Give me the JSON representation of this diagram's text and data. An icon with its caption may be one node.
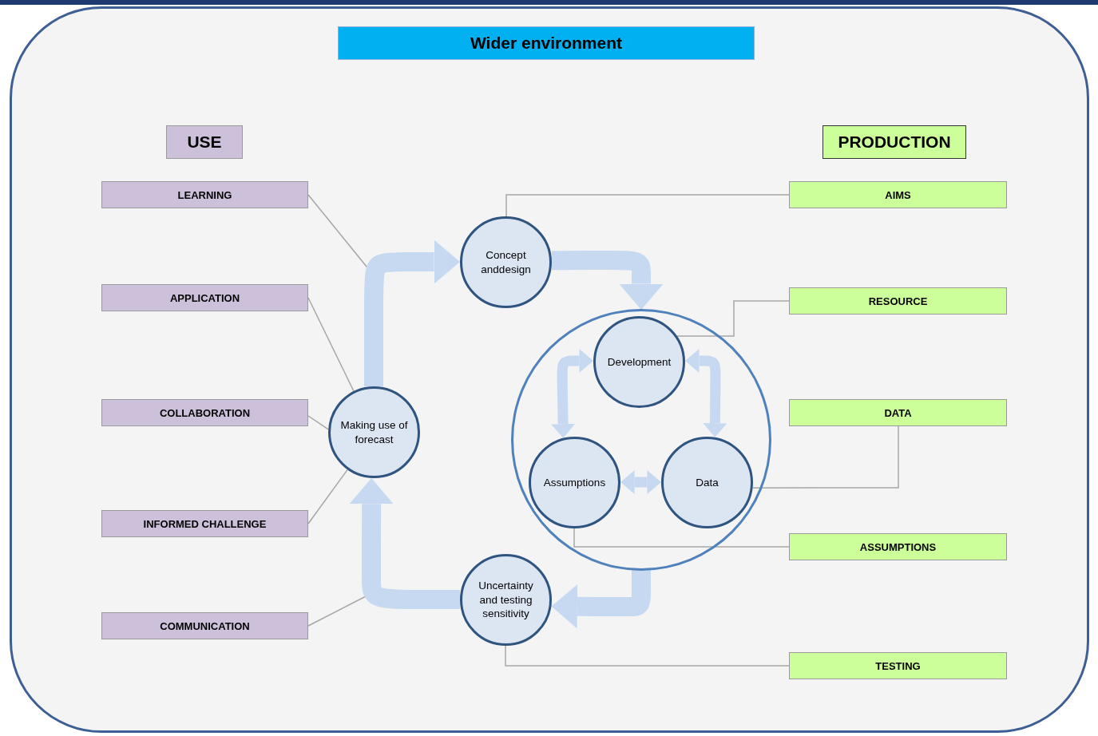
{
  "diagram": {
    "nodes": [
      {
        "text": [
          "Wider environment"
        ]
      },
      {
        "text": [
          "USE"
        ],
        "in": 0
      },
      {
        "text": [
          "PRODUCTION"
        ],
        "in": 0
      },
      {
        "text": [
          "LEARNING"
        ],
        "in": 0
      },
      {
        "text": [
          "APPLICATION"
        ],
        "in": 0
      },
      {
        "text": [
          "COLLABORATION"
        ],
        "in": 0
      },
      {
        "text": [
          "INFORMED CHALLENGE"
        ],
        "in": 0
      },
      {
        "text": [
          "COMMUNICATION"
        ],
        "in": 0
      },
      {
        "text": [
          "AIMS"
        ],
        "in": 0
      },
      {
        "text": [
          "RESOURCE"
        ],
        "in": 0
      },
      {
        "text": [
          "DATA"
        ],
        "in": 0
      },
      {
        "text": [
          "ASSUMPTIONS"
        ],
        "in": 0
      },
      {
        "text": [
          "TESTING"
        ],
        "in": 0
      },
      {
        "text": [
          "Making use of forecast"
        ],
        "in": 0
      },
      {
        "text": [
          "Concept anddesign"
        ],
        "in": 0
      },
      {
        "text": [],
        "shape": "circle",
        "in": 0
      },
      {
        "text": [
          "Development"
        ],
        "in": 15
      },
      {
        "text": [
          "Assumptions"
        ],
        "in": 15
      },
      {
        "text": [
          "Data"
        ],
        "in": 15
      },
      {
        "text": [
          "Uncertainty and testing sensitivity"
        ],
        "in": 0
      }
    ],
    "edges": [
      {
        "from": 3,
        "to": null,
        "arrow": "none"
      },
      {
        "from": 4,
        "to": 13,
        "arrow": "none"
      },
      {
        "from": 5,
        "to": 13,
        "arrow": "none"
      },
      {
        "from": 6,
        "to": 13,
        "arrow": "none"
      },
      {
        "from": 7,
        "to": null,
        "arrow": "none"
      },
      {
        "from": 8,
        "to": 14,
        "arrow": "none"
      },
      {
        "from": 9,
        "to": 16,
        "arrow": "none"
      },
      {
        "from": 10,
        "to": 18,
        "arrow": "none"
      },
      {
        "from": 11,
        "to": 17,
        "arrow": "none"
      },
      {
        "from": 12,
        "to": 19,
        "arrow": "none"
      },
      {
        "from": 13,
        "to": 14,
        "arrow": "to",
        "style": "thick",
        "color": "#c6d9f1"
      },
      {
        "from": 14,
        "to": 15,
        "arrow": "to",
        "style": "thick",
        "color": "#c6d9f1"
      },
      {
        "from": 15,
        "to": 19,
        "arrow": "to",
        "style": "thick",
        "color": "#c6d9f1"
      },
      {
        "from": 19,
        "to": 13,
        "arrow": "to",
        "style": "thick",
        "color": "#c6d9f1"
      },
      {
        "from": 16,
        "to": 17,
        "arrow": "both",
        "style": "thick",
        "color": "#c6d9f1"
      },
      {
        "from": 16,
        "to": 18,
        "arrow": "both",
        "style": "thick",
        "color": "#c6d9f1"
      },
      {
        "from": 17,
        "to": 18,
        "arrow": "both",
        "style": "thick",
        "color": "#c6d9f1"
      }
    ]
  }
}
